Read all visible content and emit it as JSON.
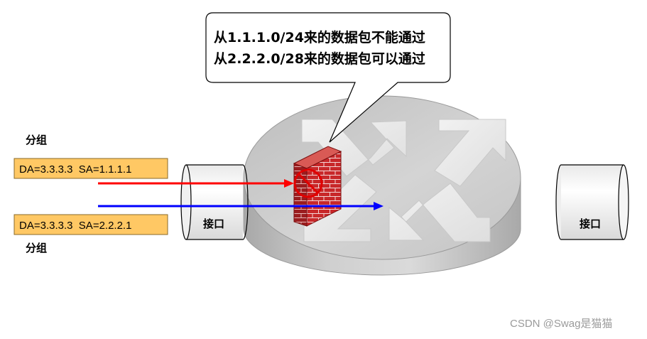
{
  "callout": {
    "line1": "从1.1.1.0/24来的数据包不能通过",
    "line2": "从2.2.2.0/28来的数据包可以通过"
  },
  "packets": [
    {
      "label": "分组",
      "header": "DA=3.3.3.3  SA=1.1.1.1",
      "arrow_color": "#ff0000"
    },
    {
      "label": "分组",
      "header": "DA=3.3.3.3  SA=2.2.2.1",
      "arrow_color": "#0000ff"
    }
  ],
  "interfaces": {
    "left_label": "接口",
    "right_label": "接口"
  },
  "colors": {
    "packet_fill": "#ffc864",
    "firewall_red": "#c8282a",
    "router_body": "#c8c8c8",
    "deny_sign": "#e00000"
  },
  "watermark": "CSDN @Swag是猫猫"
}
